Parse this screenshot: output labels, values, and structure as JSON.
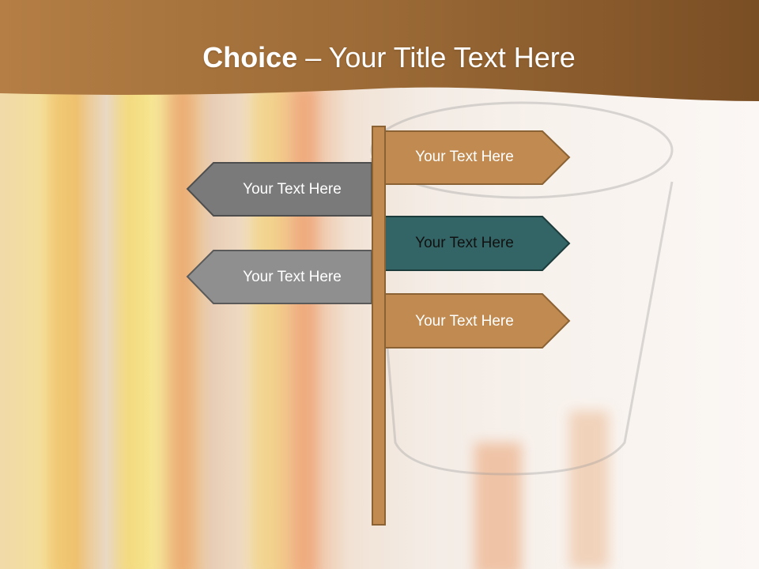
{
  "slide": {
    "title_bold": "Choice",
    "title_dash": " – ",
    "title_rest": "Your Title Text Here"
  },
  "signs": {
    "right_1": {
      "label": "Your Text Here",
      "fill": "#c08a50",
      "text_color": "#ffffff"
    },
    "left_1": {
      "label": "Your Text Here",
      "fill": "#7a7a7a",
      "text_color": "#ffffff"
    },
    "right_2": {
      "label": "Your Text Here",
      "fill": "#336566",
      "text_color": "#111111"
    },
    "left_2": {
      "label": "Your Text Here",
      "fill": "#8f8f8f",
      "text_color": "#ffffff"
    },
    "right_3": {
      "label": "Your Text Here",
      "fill": "#c08a50",
      "text_color": "#ffffff"
    }
  },
  "colors": {
    "header_band": "#9a6a35",
    "post": "#c08a50",
    "outline": "#5b5b5b"
  }
}
